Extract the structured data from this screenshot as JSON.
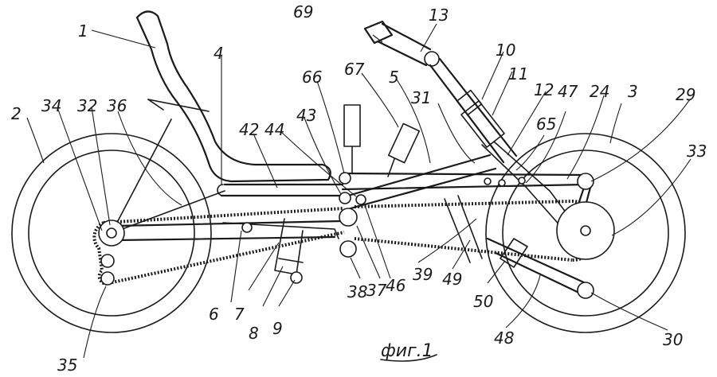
{
  "caption": "фиг.1",
  "labels": {
    "l1": "1",
    "l2": "2",
    "l3": "3",
    "l4": "4",
    "l5": "5",
    "l6": "6",
    "l7": "7",
    "l8": "8",
    "l9": "9",
    "l10": "10",
    "l11": "11",
    "l12": "12",
    "l13": "13",
    "l24": "24",
    "l29": "29",
    "l30": "30",
    "l31": "31",
    "l32": "32",
    "l33": "33",
    "l34": "34",
    "l35": "35",
    "l36": "36",
    "l37": "37",
    "l38": "38",
    "l39": "39",
    "l42": "42",
    "l43": "43",
    "l44": "44",
    "l46": "46",
    "l47": "47",
    "l48": "48",
    "l49": "49",
    "l50": "50",
    "l65": "65",
    "l66": "66",
    "l67": "67",
    "l69": "69"
  }
}
